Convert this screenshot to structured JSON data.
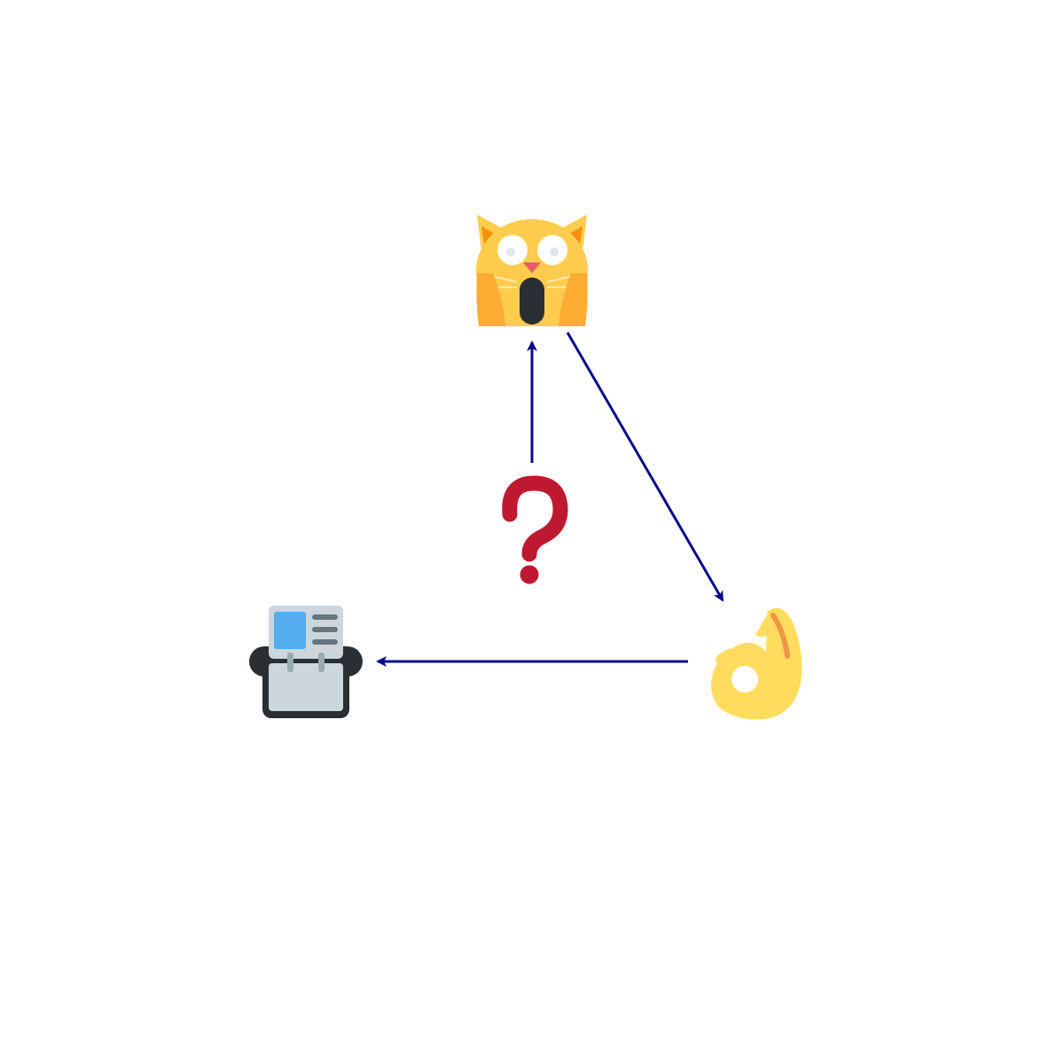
{
  "diagram": {
    "type": "emoji-flow",
    "arrow_color": "#0a0a8c",
    "nodes": [
      {
        "id": "weary-cat",
        "icon": "weary-cat-face-icon"
      },
      {
        "id": "ok-hand",
        "icon": "ok-hand-icon"
      },
      {
        "id": "card-index",
        "icon": "card-index-icon"
      },
      {
        "id": "question",
        "icon": "red-question-mark-icon"
      }
    ],
    "edges": [
      {
        "from": "question",
        "to": "weary-cat"
      },
      {
        "from": "weary-cat",
        "to": "ok-hand"
      },
      {
        "from": "ok-hand",
        "to": "card-index"
      }
    ]
  }
}
